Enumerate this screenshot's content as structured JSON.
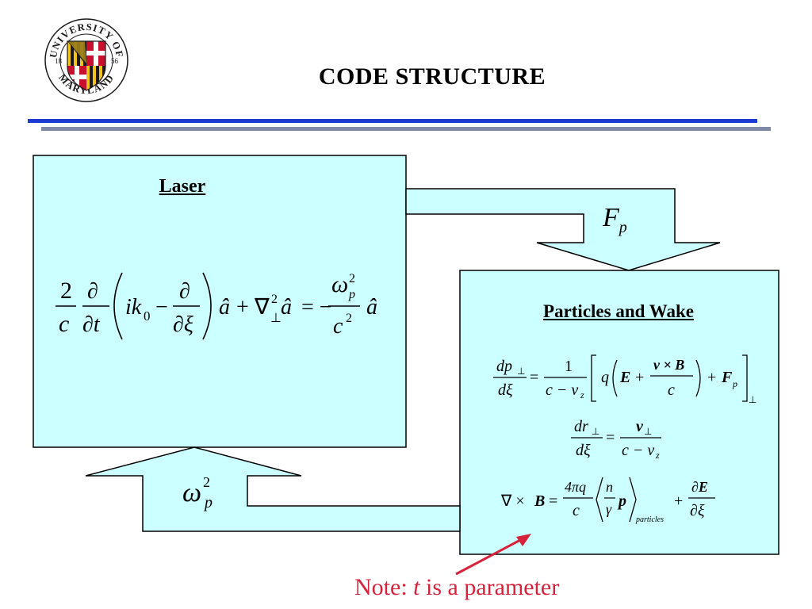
{
  "slide": {
    "title": "CODE STRUCTURE",
    "logo": {
      "name": "university-of-maryland-seal",
      "arc_top": "UNIVERSITY OF",
      "arc_bottom": "MARYLAND",
      "year_left": "18",
      "year_right": "56"
    }
  },
  "colors": {
    "box_fill": "#ccffff",
    "rule_blue": "#1e3cd2",
    "rule_gray": "#7e8aa8",
    "note_red": "#d8213a",
    "seal_gold": "#f4c31b",
    "seal_red": "#c8102e"
  },
  "diagram": {
    "laser_box": {
      "heading": "Laser",
      "equation": {
        "lead_num": "2",
        "lead_den": "c",
        "d1_num": "∂",
        "d1_den": "∂t",
        "ik": "ik",
        "k_sub": "0",
        "minus": "−",
        "d2_num": "∂",
        "d2_den": "∂ξ",
        "a_hat": "â",
        "plus": "+",
        "nabla": "∇",
        "perp": "⊥",
        "two": "2",
        "equals": "= −",
        "rhs_num": "ω",
        "rhs_sub": "p",
        "rhs_sup": "2",
        "rhs_den": "c",
        "rhs_den_sup": "2",
        "rhs_a": "â"
      }
    },
    "particles_box": {
      "heading": "Particles and Wake",
      "eq1": {
        "lhs_num": "dp",
        "lhs_sub": "⊥",
        "lhs_den": "dξ",
        "eq": "=",
        "f_num": "1",
        "f_den": "c − v",
        "f_den_sub": "z",
        "q": "q",
        "E": "E",
        "plus": "+",
        "vxb_num": "v × B",
        "vxb_den": "c",
        "plus2": "+",
        "F": "F",
        "F_sub": "p",
        "perp": "⊥"
      },
      "eq2": {
        "lhs_num": "dr",
        "lhs_sub": "⊥",
        "lhs_den": "dξ",
        "eq": "=",
        "rhs_num": "v",
        "rhs_sub": "⊥",
        "rhs_den": "c − v",
        "rhs_den_sub": "z"
      },
      "eq3": {
        "curl": "∇ × ",
        "B": "B",
        "eq": "=",
        "coef_num": "4πq",
        "coef_den": "c",
        "n": "n",
        "gamma": "γ",
        "p": "p",
        "sub": "particles",
        "plus": "+",
        "dE_num": "∂E",
        "dE_den": "∂ξ"
      }
    },
    "arrow_top_label": {
      "base": "F",
      "sub": "p"
    },
    "arrow_bottom_label": {
      "base": "ω",
      "sup": "2",
      "sub": "p"
    },
    "note": {
      "prefix": "Note:  ",
      "var": "t",
      "suffix": " is a parameter"
    }
  }
}
